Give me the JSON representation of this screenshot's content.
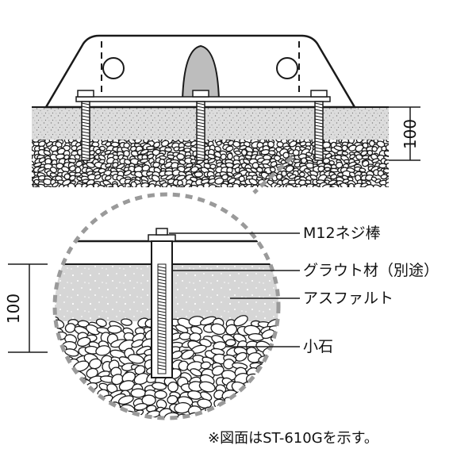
{
  "top_view": {
    "dimension": "100"
  },
  "detail_view": {
    "dimension": "100",
    "labels": {
      "rod": "M12ネジ棒",
      "grout": "グラウト材（別途）",
      "asphalt": "アスファルト",
      "gravel": "小石"
    }
  },
  "footnote": "※図面はST-610Gを示す。",
  "colors": {
    "stroke": "#1a1a1a",
    "asphalt": "#d9d9d9",
    "speckle": "#8a8a8a",
    "stone_fill": "#ffffff",
    "dashed_circle": "#9a9a9a",
    "device_gray": "#bdbdbd"
  }
}
